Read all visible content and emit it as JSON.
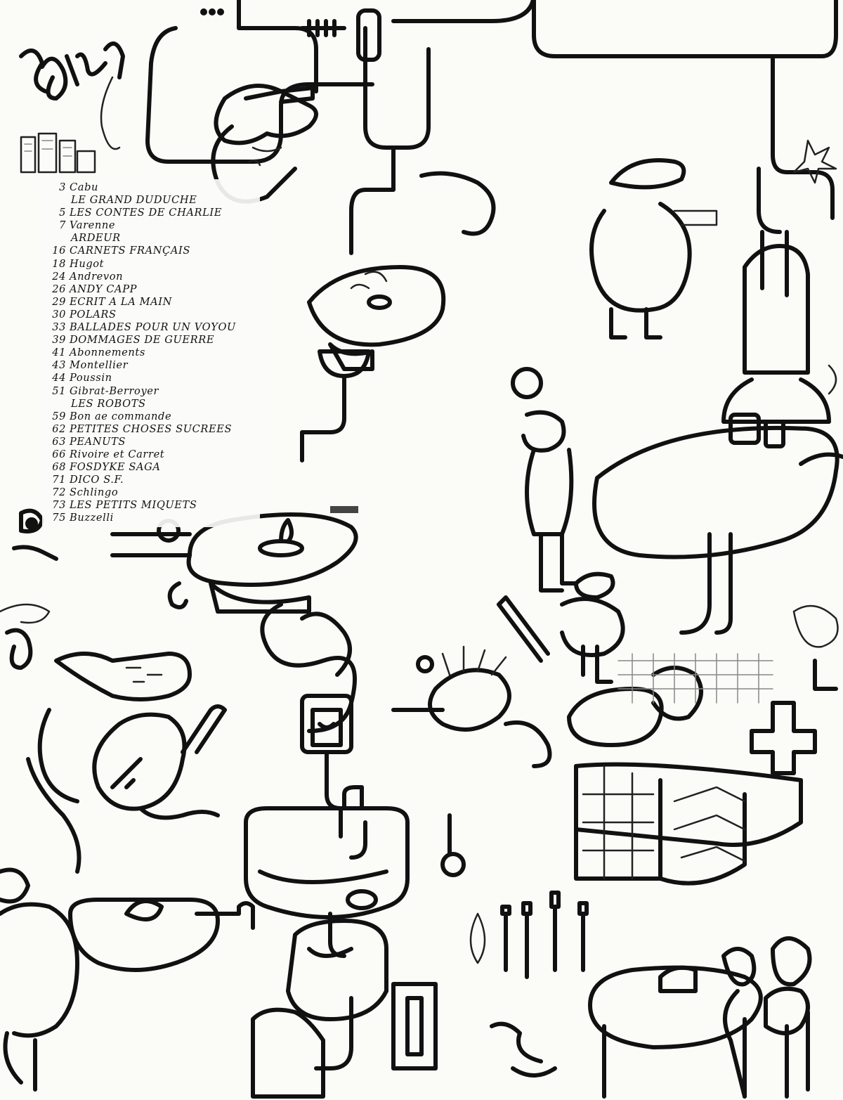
{
  "table_of_contents": [
    {
      "page": "3",
      "title": "Cabu"
    },
    {
      "page": "",
      "title": "LE GRAND DUDUCHE"
    },
    {
      "page": "5",
      "title": "LES CONTES DE CHARLIE"
    },
    {
      "page": "7",
      "title": "Varenne"
    },
    {
      "page": "",
      "title": "ARDEUR"
    },
    {
      "page": "16",
      "title": "CARNETS FRANÇAIS"
    },
    {
      "page": "18",
      "title": "Hugot"
    },
    {
      "page": "24",
      "title": "Andrevon"
    },
    {
      "page": "26",
      "title": "ANDY CAPP"
    },
    {
      "page": "29",
      "title": "ECRIT A LA MAIN"
    },
    {
      "page": "30",
      "title": "POLARS"
    },
    {
      "page": "33",
      "title": "BALLADES POUR UN VOYOU"
    },
    {
      "page": "39",
      "title": "DOMMAGES DE GUERRE"
    },
    {
      "page": "41",
      "title": "Abonnements"
    },
    {
      "page": "43",
      "title": "Montellier"
    },
    {
      "page": "44",
      "title": "Poussin"
    },
    {
      "page": "51",
      "title": "Gibrat-Berroyer"
    },
    {
      "page": "",
      "title": "LES ROBOTS"
    },
    {
      "page": "59",
      "title": "Bon ae commande"
    },
    {
      "page": "62",
      "title": "PETITES CHOSES SUCREES"
    },
    {
      "page": "63",
      "title": "PEANUTS"
    },
    {
      "page": "66",
      "title": "Rivoire et Carret"
    },
    {
      "page": "68",
      "title": "FOSDYKE SAGA"
    },
    {
      "page": "71",
      "title": "DICO S.F."
    },
    {
      "page": "72",
      "title": "Schlingo"
    },
    {
      "page": "73",
      "title": "LES PETITS MIQUETS"
    },
    {
      "page": "75",
      "title": "Buzzelli"
    }
  ],
  "illustration": {
    "description_icon": "ink-drawing-illustration",
    "ink_color": "#111111",
    "paper_color": "#fbfbf8"
  }
}
